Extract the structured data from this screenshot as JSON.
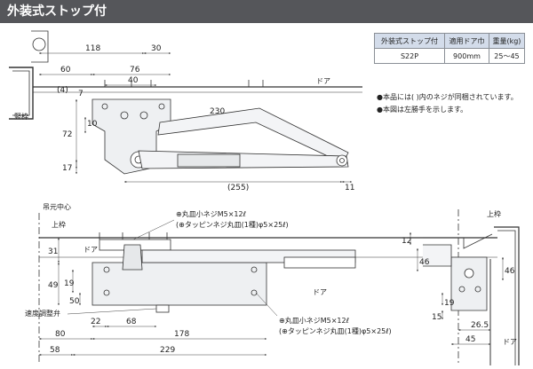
{
  "title": "外装式ストップ付",
  "table": {
    "headers": [
      "外装式ストップ付",
      "適用ドア巾",
      "重量(kg)"
    ],
    "row": [
      "S22P",
      "900mm",
      "25～45"
    ]
  },
  "notes": [
    "●本品には(  )内のネジが同梱されています。",
    "●本図は左勝手を示します。"
  ],
  "top_view": {
    "dims": [
      "118",
      "30",
      "60",
      "76",
      "40",
      "(4)",
      "7",
      "10",
      "72",
      "17",
      "230",
      "(255)",
      "11"
    ],
    "labels": [
      "ドア",
      "竪枠"
    ]
  },
  "front_view": {
    "dims": [
      "31",
      "49",
      "19",
      "50",
      "22",
      "68",
      "80",
      "178",
      "58",
      "229"
    ],
    "labels": [
      "吊元中心",
      "上枠",
      "ドア",
      "ドア",
      "速度調整弁"
    ],
    "callout_top": [
      "⊕丸皿小ネジM5×12ℓ",
      "(⊕タッピンネジ丸皿(1種)φ5×25ℓ)"
    ],
    "callout_bottom": [
      "⊕丸皿小ネジM5×12ℓ",
      "(⊕タッピンネジ丸皿(1種)φ5×25ℓ)"
    ]
  },
  "side_view": {
    "dims": [
      "12",
      "46",
      "19",
      "46",
      "15",
      "26.5",
      "45"
    ],
    "labels": [
      "上枠",
      "ドア"
    ]
  }
}
